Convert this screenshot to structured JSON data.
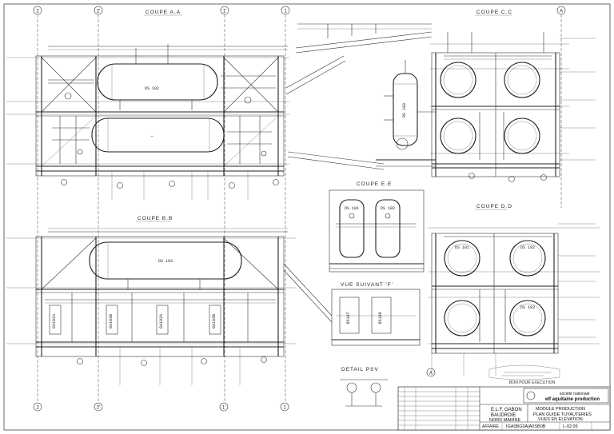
{
  "drawing": {
    "views": {
      "coupe_aa": "COUPE  A.A",
      "coupe_cc": "COUPE  C.C",
      "coupe_bb": "COUPE  B.B",
      "coupe_ee": "COUPE E.E",
      "coupe_dd": "COUPE  D.D",
      "vue_suivant": "VUE SUIVANT 'F'",
      "detail_psv": "DETAIL PSV"
    },
    "grid_marks": {
      "top": [
        "2",
        "2'",
        "1'",
        "1",
        "A"
      ],
      "bottom": [
        "2",
        "2'",
        "1'",
        "1"
      ],
      "bottom_right": "A"
    },
    "equipment_tags": {
      "ds102_aa": "DS 102",
      "ds103_bb": "DS 103",
      "ds101_ee": "DS 101",
      "ds102_ee": "DS 102",
      "ds103_cc": "DS 103",
      "ds101_dd": "DS 101",
      "ds102_dd": "DS 102",
      "ds103_dd": "DS 103",
      "ga101a": "GA101A",
      "ga101b": "GA101B",
      "ga102a": "GA102A",
      "ga102b": "GA102B",
      "ds107": "DS107",
      "ds108": "DS108"
    },
    "stamp": {
      "line1": "BON POUR EXECUTION"
    }
  },
  "title_block": {
    "company_line1": "société nationale",
    "company_name": "elf aquitaine production",
    "client": "E.L.F. GABON",
    "field": "BAUDROIE",
    "zone": "NORD MARINE",
    "description": [
      "MODULE PRODUCTION",
      "PLAN GUIDE TUYAUTERIES",
      "VUES EN ELEVATION"
    ],
    "affaire": "AFFAIRE",
    "drawing_number": "IGA0BG0A|A0SB0B",
    "sheet": "L-02.05"
  }
}
